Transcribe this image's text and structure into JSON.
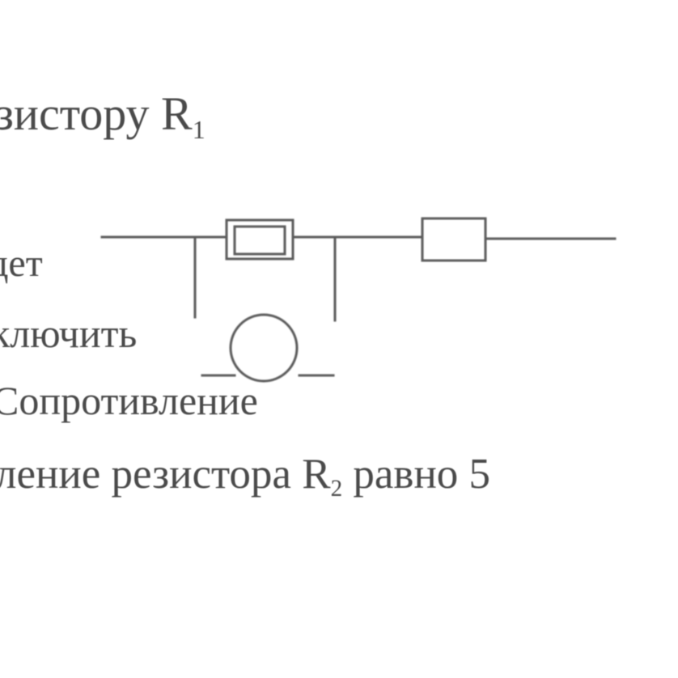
{
  "text": {
    "line1_main": "зистору  R",
    "line1_sub": "1",
    "line2": "дет",
    "line3": "ключить",
    "line4": "Сопротивление",
    "line5_main": "ление резистора R",
    "line5_sub": "2",
    "line5_tail": " равно 5"
  },
  "colors": {
    "ink": "#4a4a4a",
    "background": "#ffffff"
  }
}
